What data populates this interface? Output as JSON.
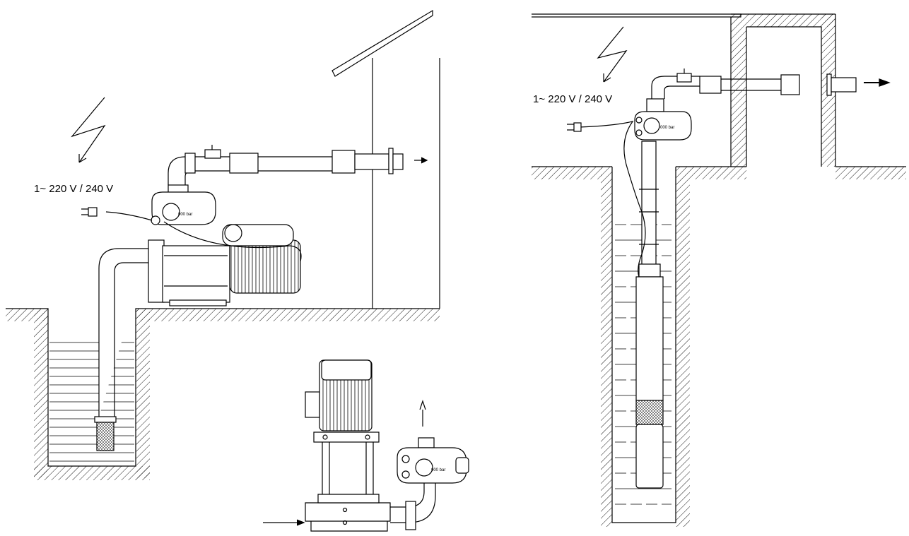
{
  "voltage_left": "1~  220 V / 240 V",
  "voltage_right": "1~  220 V / 240 V",
  "gauge_label": "000 bar",
  "colors": {
    "line": "#000000",
    "background": "#ffffff"
  },
  "icons": [
    "lightning-bolt-icon",
    "flow-arrow-icon",
    "power-plug-icon",
    "pressure-gauge-icon"
  ]
}
